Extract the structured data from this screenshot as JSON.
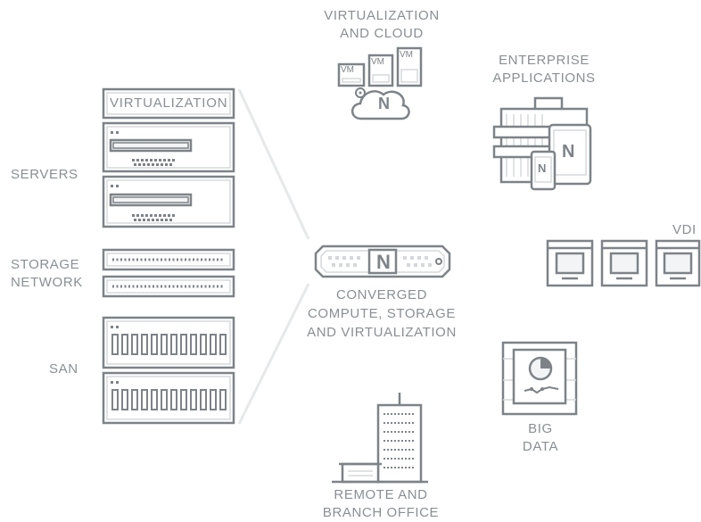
{
  "labels": {
    "servers": "SERVERS",
    "storage_network": [
      "STORAGE",
      "NETWORK"
    ],
    "san": "SAN",
    "virtualization_box": "VIRTUALIZATION",
    "converged": [
      "CONVERGED",
      "COMPUTE, STORAGE",
      "AND VIRTUALIZATION"
    ],
    "virt_cloud": [
      "VIRTUALIZATION",
      "AND CLOUD"
    ],
    "enterprise": [
      "ENTERPRISE",
      "APPLICATIONS"
    ],
    "vdi": "VDI",
    "big_data": [
      "BIG",
      "DATA"
    ],
    "remote": [
      "REMOTE AND",
      "BRANCH OFFICE"
    ],
    "vm": "VM",
    "logo_letter": "N"
  },
  "colors": {
    "stroke": "#7d8388",
    "light": "#d5d8db",
    "fill": "#f3f4f5",
    "text": "#8a8f94"
  },
  "icons": {
    "servers": "rack-server-icon",
    "storage_network": "network-switch-icon",
    "san": "disk-array-icon",
    "converged": "appliance-icon",
    "cloud": "cloud-vm-icon",
    "enterprise": "briefcase-devices-icon",
    "vdi": "desktop-monitor-icon",
    "big_data": "chip-chart-icon",
    "remote": "office-building-icon"
  }
}
